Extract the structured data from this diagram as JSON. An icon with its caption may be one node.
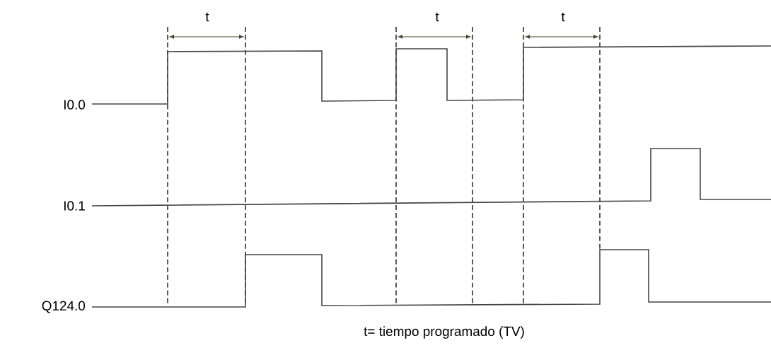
{
  "diagram": {
    "caption": "t= tiempo programado (TV)",
    "labels": [
      "t",
      "t",
      "t",
      "I0.0",
      "I0.1",
      "Q124.0"
    ]
  }
}
